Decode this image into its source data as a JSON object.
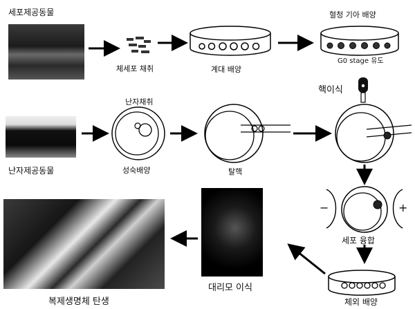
{
  "labels": {
    "donor_cell_animal": "세포제공동물",
    "cell_collection": "체세포 채취",
    "subculture": "계대 배양",
    "starvation_culture": "혈청 기아 배양",
    "g0_induction": "G0 stage 유도",
    "nuclear_transfer": "핵이식",
    "oocyte_collection": "난자채취",
    "oocyte_donor_animal": "난자제공동물",
    "maturation_culture": "성숙배양",
    "enucleation": "탈핵",
    "cell_fusion": "세포 융합",
    "in_vitro_culture": "체외 배양",
    "surrogate_transfer": "대리모 이식",
    "clone_birth": "복제생명체 탄생",
    "electrode_negative": "−",
    "electrode_positive": "+"
  }
}
